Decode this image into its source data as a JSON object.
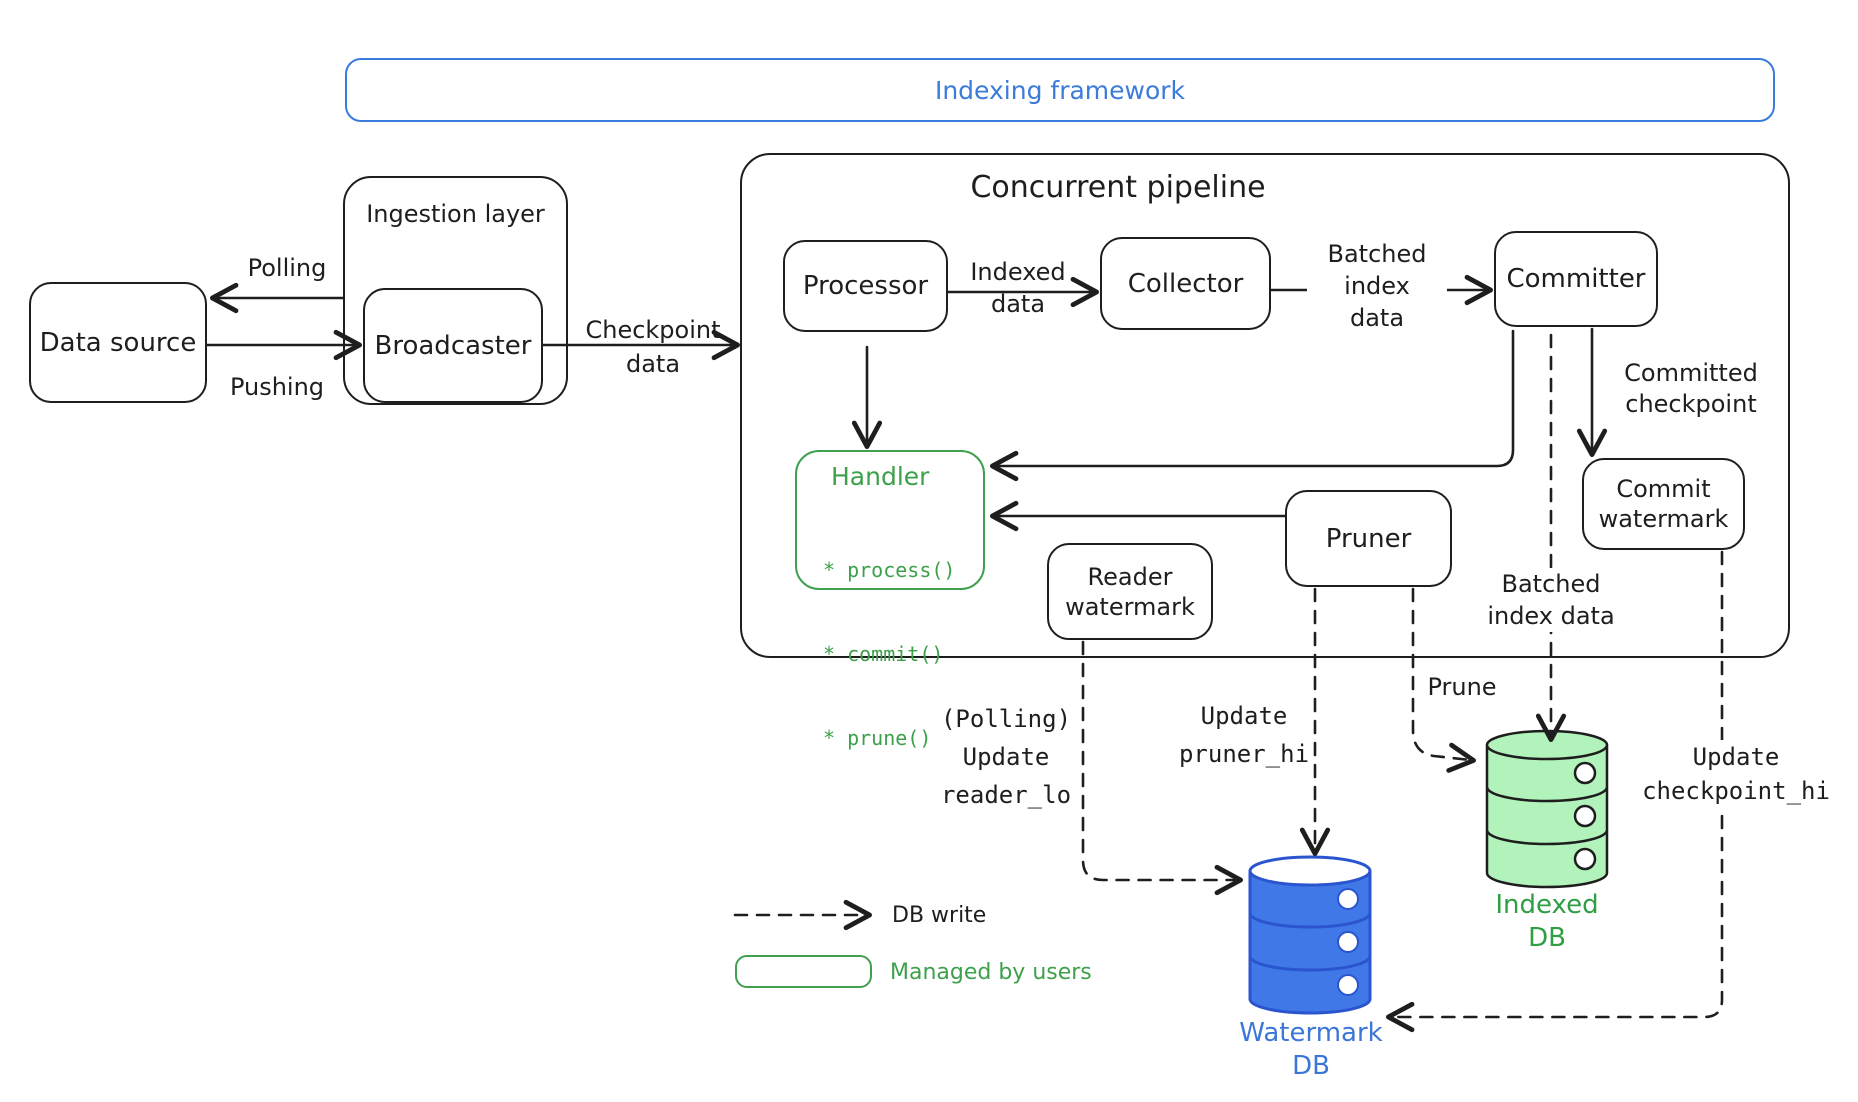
{
  "colors": {
    "ink": "#1e1e1e",
    "frame_blue": "#3b7bdb",
    "handler_green": "#3da04b",
    "watermark_db_fill": "#4078e8",
    "watermark_db_stroke": "#2b55cf",
    "indexed_db_fill": "#b2f2bb",
    "indexed_db_label": "#2f9e44"
  },
  "frame": {
    "title": "Indexing framework"
  },
  "groups": {
    "ingestion": {
      "title": "Ingestion layer"
    },
    "pipeline": {
      "title": "Concurrent pipeline"
    }
  },
  "nodes": {
    "data_source": {
      "label": "Data source"
    },
    "broadcaster": {
      "label": "Broadcaster"
    },
    "processor": {
      "label": "Processor"
    },
    "collector": {
      "label": "Collector"
    },
    "committer": {
      "label": "Committer"
    },
    "pruner": {
      "label": "Pruner"
    },
    "reader_watermark": {
      "label": "Reader watermark"
    },
    "commit_watermark": {
      "label": "Commit watermark"
    },
    "handler": {
      "title": "Handler",
      "methods": [
        "* process()",
        "* commit()",
        "* prune()"
      ]
    }
  },
  "edge_labels": {
    "polling": "Polling",
    "pushing": "Pushing",
    "checkpoint_data": [
      "Checkpoint",
      "data"
    ],
    "indexed_data": [
      "Indexed",
      "data"
    ],
    "batched_index_data_top": [
      "Batched",
      "index",
      "data"
    ],
    "committed_checkpoint": [
      "Committed",
      "checkpoint"
    ],
    "batched_index_data_bottom": [
      "Batched",
      "index data"
    ],
    "prune": "Prune",
    "update_pruner_hi": [
      "Update",
      "pruner_hi"
    ],
    "polling_update_reader_lo": [
      "(Polling)",
      "Update",
      "reader_lo"
    ],
    "update_checkpoint_hi": [
      "Update",
      "checkpoint_hi"
    ]
  },
  "databases": {
    "watermark_db": {
      "label": [
        "Watermark",
        "DB"
      ]
    },
    "indexed_db": {
      "label": [
        "Indexed",
        "DB"
      ]
    }
  },
  "legend": {
    "db_write": "DB write",
    "managed_by_users": "Managed by users"
  }
}
